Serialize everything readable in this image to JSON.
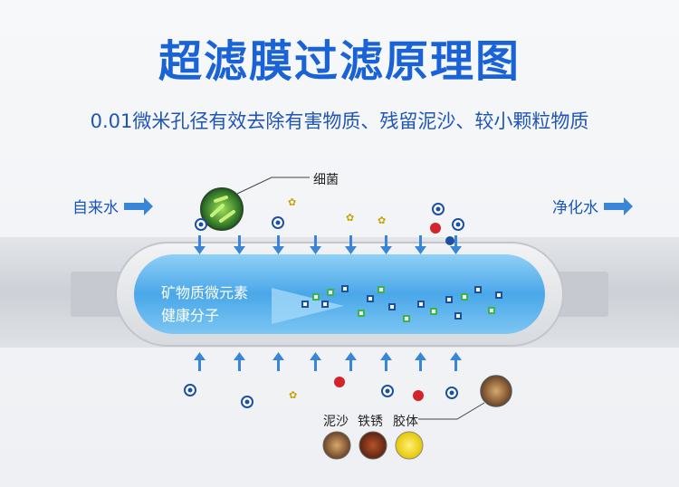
{
  "title": "超滤膜过滤原理图",
  "subtitle": "0.01微米孔径有效去除有害物质、残留泥沙、较小颗粒物质",
  "flow": {
    "inlet_label": "自来水",
    "outlet_label": "净化水"
  },
  "callouts": {
    "bacteria_label": "细菌",
    "impurity_labels": [
      "泥沙",
      "铁锈",
      "胶体"
    ]
  },
  "membrane": {
    "retained_text_line1": "矿物质微元素",
    "retained_text_line2": "健康分子"
  },
  "colors": {
    "title": "#1a63d6",
    "arrow": "#3a86d6",
    "membrane_blue": "#5cb4f0",
    "pipe_gray": "#d3d6db"
  }
}
